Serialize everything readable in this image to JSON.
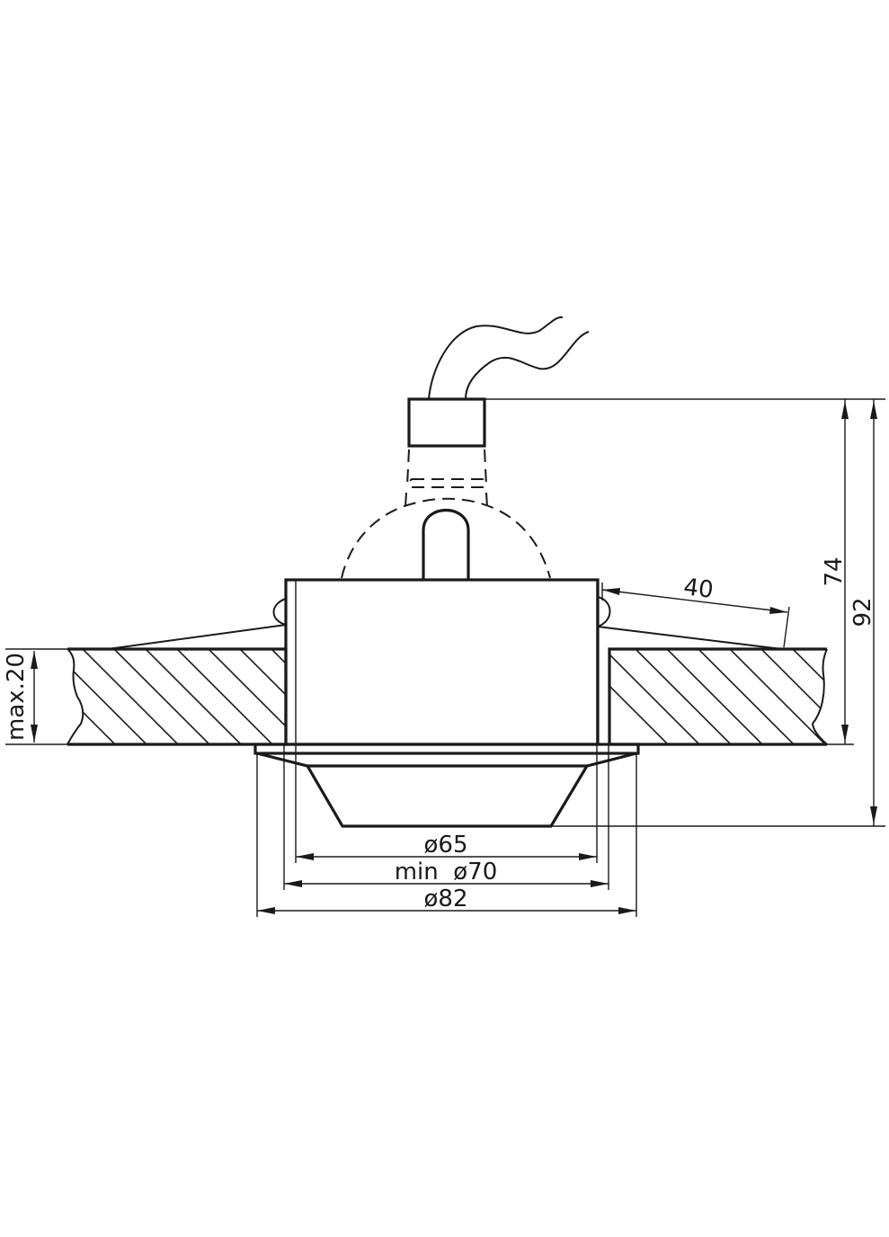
{
  "drawing": {
    "title": "Recessed downlight installation dimensions",
    "dimensions": {
      "height_total": "92",
      "height_above_ceiling": "74",
      "clearance_angle": "40",
      "ceiling_thickness": "max.20",
      "diameter_visible": "ø65",
      "cutout_diameter": "min  ø70",
      "flange_diameter": "ø82"
    },
    "parts": [
      "cable",
      "connector-block",
      "lamp-holder",
      "housing-body",
      "spring-clips",
      "ceiling-panel",
      "trim-flange",
      "reflector-cone"
    ],
    "colors": {
      "line": "#1a1a1a",
      "background": "#ffffff"
    }
  }
}
